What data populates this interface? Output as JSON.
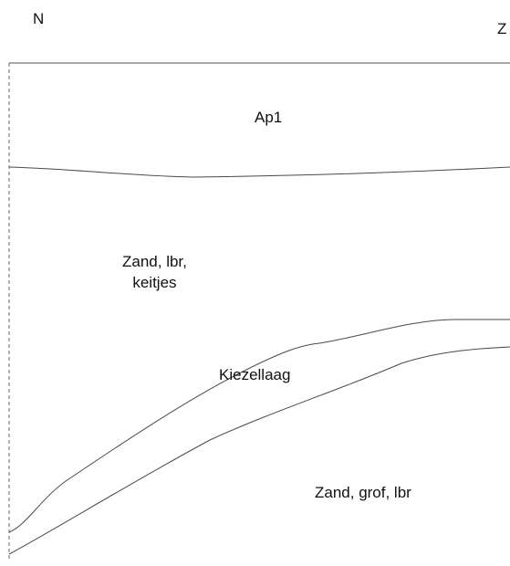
{
  "orientation": {
    "left": "N",
    "right": "Z"
  },
  "layers": {
    "ap1": "Ap1",
    "zand_lbr_keitjes": "Zand, lbr,\nkeitjes",
    "kiezellaag": "Kiezellaag",
    "zand_grof_lbr": "Zand, grof, lbr"
  },
  "colors": {
    "line": "#4a4a4a",
    "border": "#555555",
    "text": "#111111",
    "background": "#ffffff"
  }
}
